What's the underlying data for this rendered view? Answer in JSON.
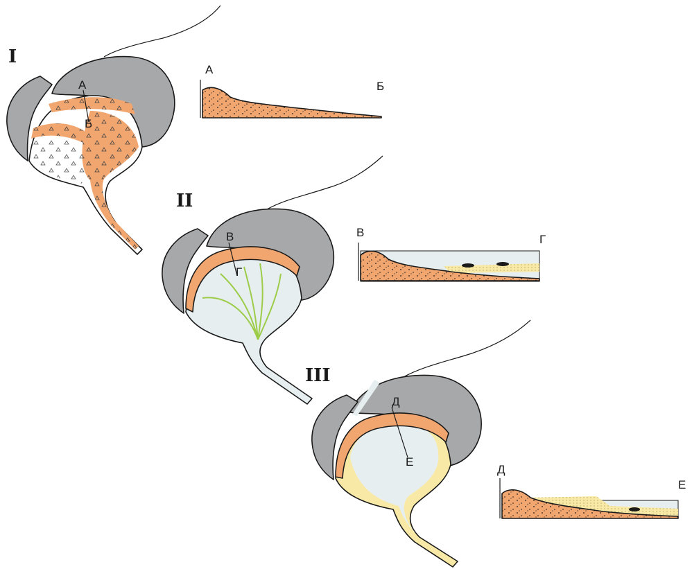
{
  "stages": [
    {
      "numeral": "I",
      "map_labels": [
        "А",
        "Б"
      ],
      "profile_labels": [
        "А",
        "Б"
      ]
    },
    {
      "numeral": "II",
      "map_labels": [
        "В",
        "Г"
      ],
      "profile_labels": [
        "В",
        "Г"
      ]
    },
    {
      "numeral": "III",
      "map_labels": [
        "Д",
        "Е"
      ],
      "profile_labels": [
        "Д",
        "Е"
      ]
    }
  ],
  "colors": {
    "mountain": "#a7a8aa",
    "sediment": "#f2a66f",
    "lake": "#e6eef0",
    "vegetation": "#9ccc48",
    "sand": "#f8eaa6",
    "outline": "#1a1a1a"
  }
}
